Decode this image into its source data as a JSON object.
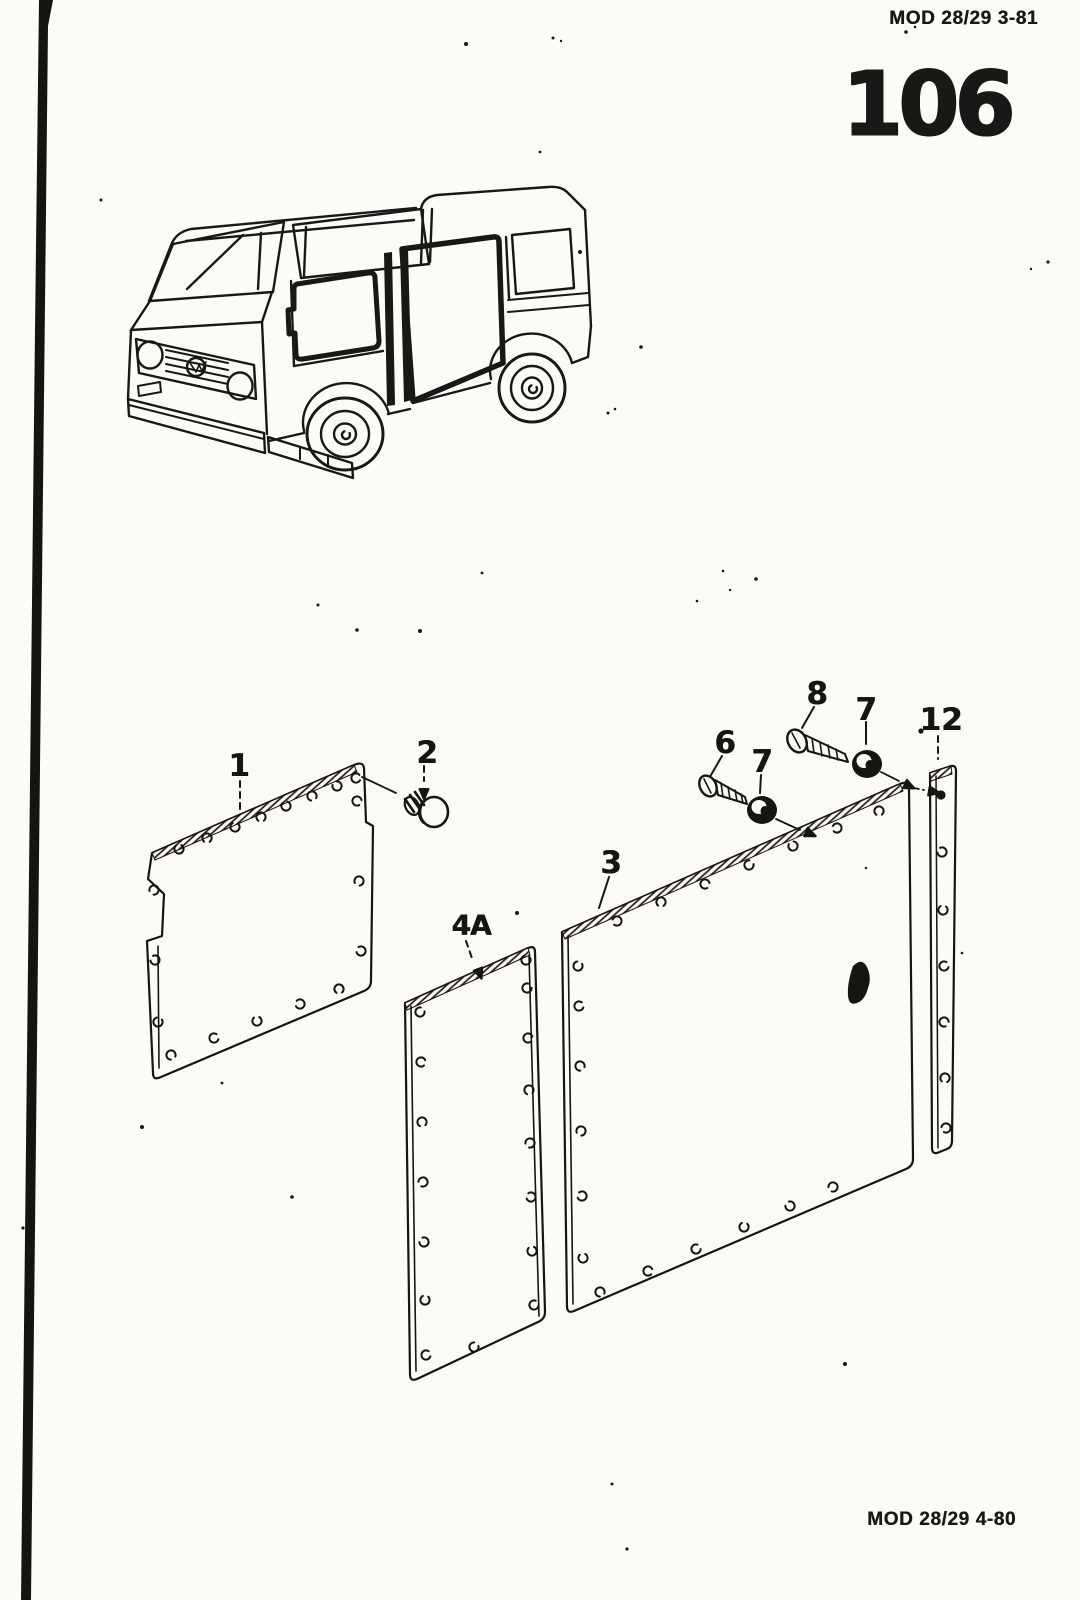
{
  "page": {
    "header_code": "MOD 28/29  3-81",
    "page_number": "106",
    "footer_code": "MOD 28/29  4-80"
  },
  "diagram": {
    "callouts": [
      {
        "id": "1",
        "label": "1"
      },
      {
        "id": "2",
        "label": "2"
      },
      {
        "id": "4A",
        "label": "4A"
      },
      {
        "id": "3",
        "label": "3"
      },
      {
        "id": "6",
        "label": "6"
      },
      {
        "id": "7a",
        "label": "7"
      },
      {
        "id": "8",
        "label": "8"
      },
      {
        "id": "7b",
        "label": "7"
      },
      {
        "id": "12",
        "label": "12"
      }
    ]
  }
}
